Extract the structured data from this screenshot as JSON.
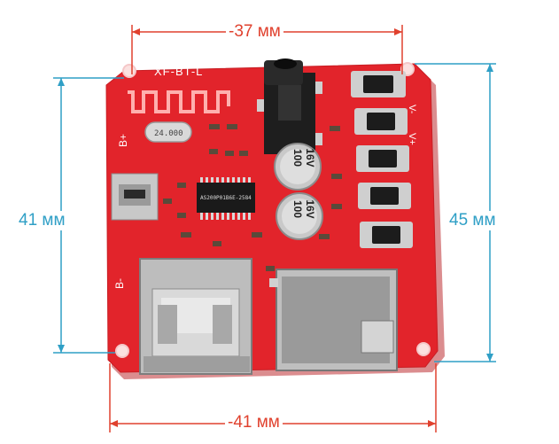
{
  "dimensions": {
    "top": "-37 мм",
    "bottom": "-41 мм",
    "left": "41 мм",
    "right": "45 мм"
  },
  "board": {
    "silkscreen_title": "XF-BT-L",
    "pad_b_plus": "B+",
    "pad_b_minus": "B-",
    "pad_v_minus": "V-",
    "pad_v_plus": "V+",
    "crystal": "24.000",
    "chip": "AS200P01B6E-2584"
  },
  "capacitors": [
    {
      "value": "100",
      "voltage": "16V"
    },
    {
      "value": "100",
      "voltage": "16V"
    }
  ],
  "colors": {
    "pcb_red": "#e2242b",
    "dimension_red": "#e0412e",
    "dimension_blue": "#2f9fc6"
  }
}
